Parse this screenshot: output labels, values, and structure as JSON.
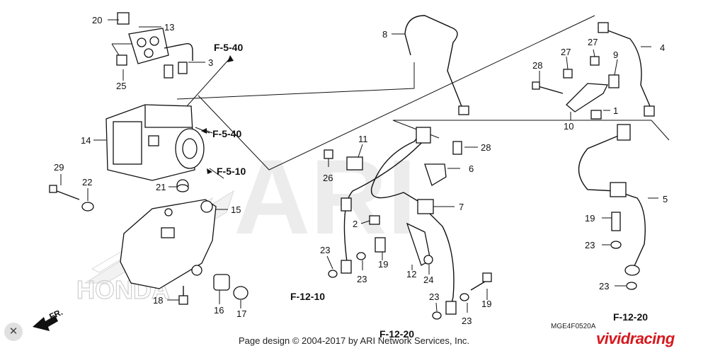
{
  "diagram": {
    "code": "MGE4F0520A",
    "footer": "Page design © 2004-2017 by ARI Network Services, Inc.",
    "watermark": "ARI",
    "brand_watermark": "HONDA",
    "retailer_logo": "vividracing",
    "direction_label": "FR.",
    "references": {
      "f540_a": "F-5-40",
      "f540_b": "F-5-40",
      "f510": "F-5-10",
      "f1210": "F-12-10",
      "f1220_a": "F-12-20",
      "f1220_b": "F-12-20"
    },
    "callouts": {
      "c20": "20",
      "c13": "13",
      "c3": "3",
      "c25": "25",
      "c14": "14",
      "c21": "21",
      "c29": "29",
      "c22": "22",
      "c15": "15",
      "c18": "18",
      "c16": "16",
      "c17": "17",
      "c8": "8",
      "c11": "11",
      "c26": "26",
      "c28a": "28",
      "c6": "6",
      "c7": "7",
      "c2": "2",
      "c19a": "19",
      "c12": "12",
      "c24": "24",
      "c23a": "23",
      "c23b": "23",
      "c23c": "23",
      "c23d": "23",
      "c19b": "19",
      "c27a": "27",
      "c27b": "27",
      "c9": "9",
      "c4": "4",
      "c28b": "28",
      "c10": "10",
      "c1": "1",
      "c5": "5",
      "c19c": "19",
      "c23e": "23",
      "c23f": "23"
    }
  },
  "ui": {
    "close_icon": "close-icon"
  }
}
